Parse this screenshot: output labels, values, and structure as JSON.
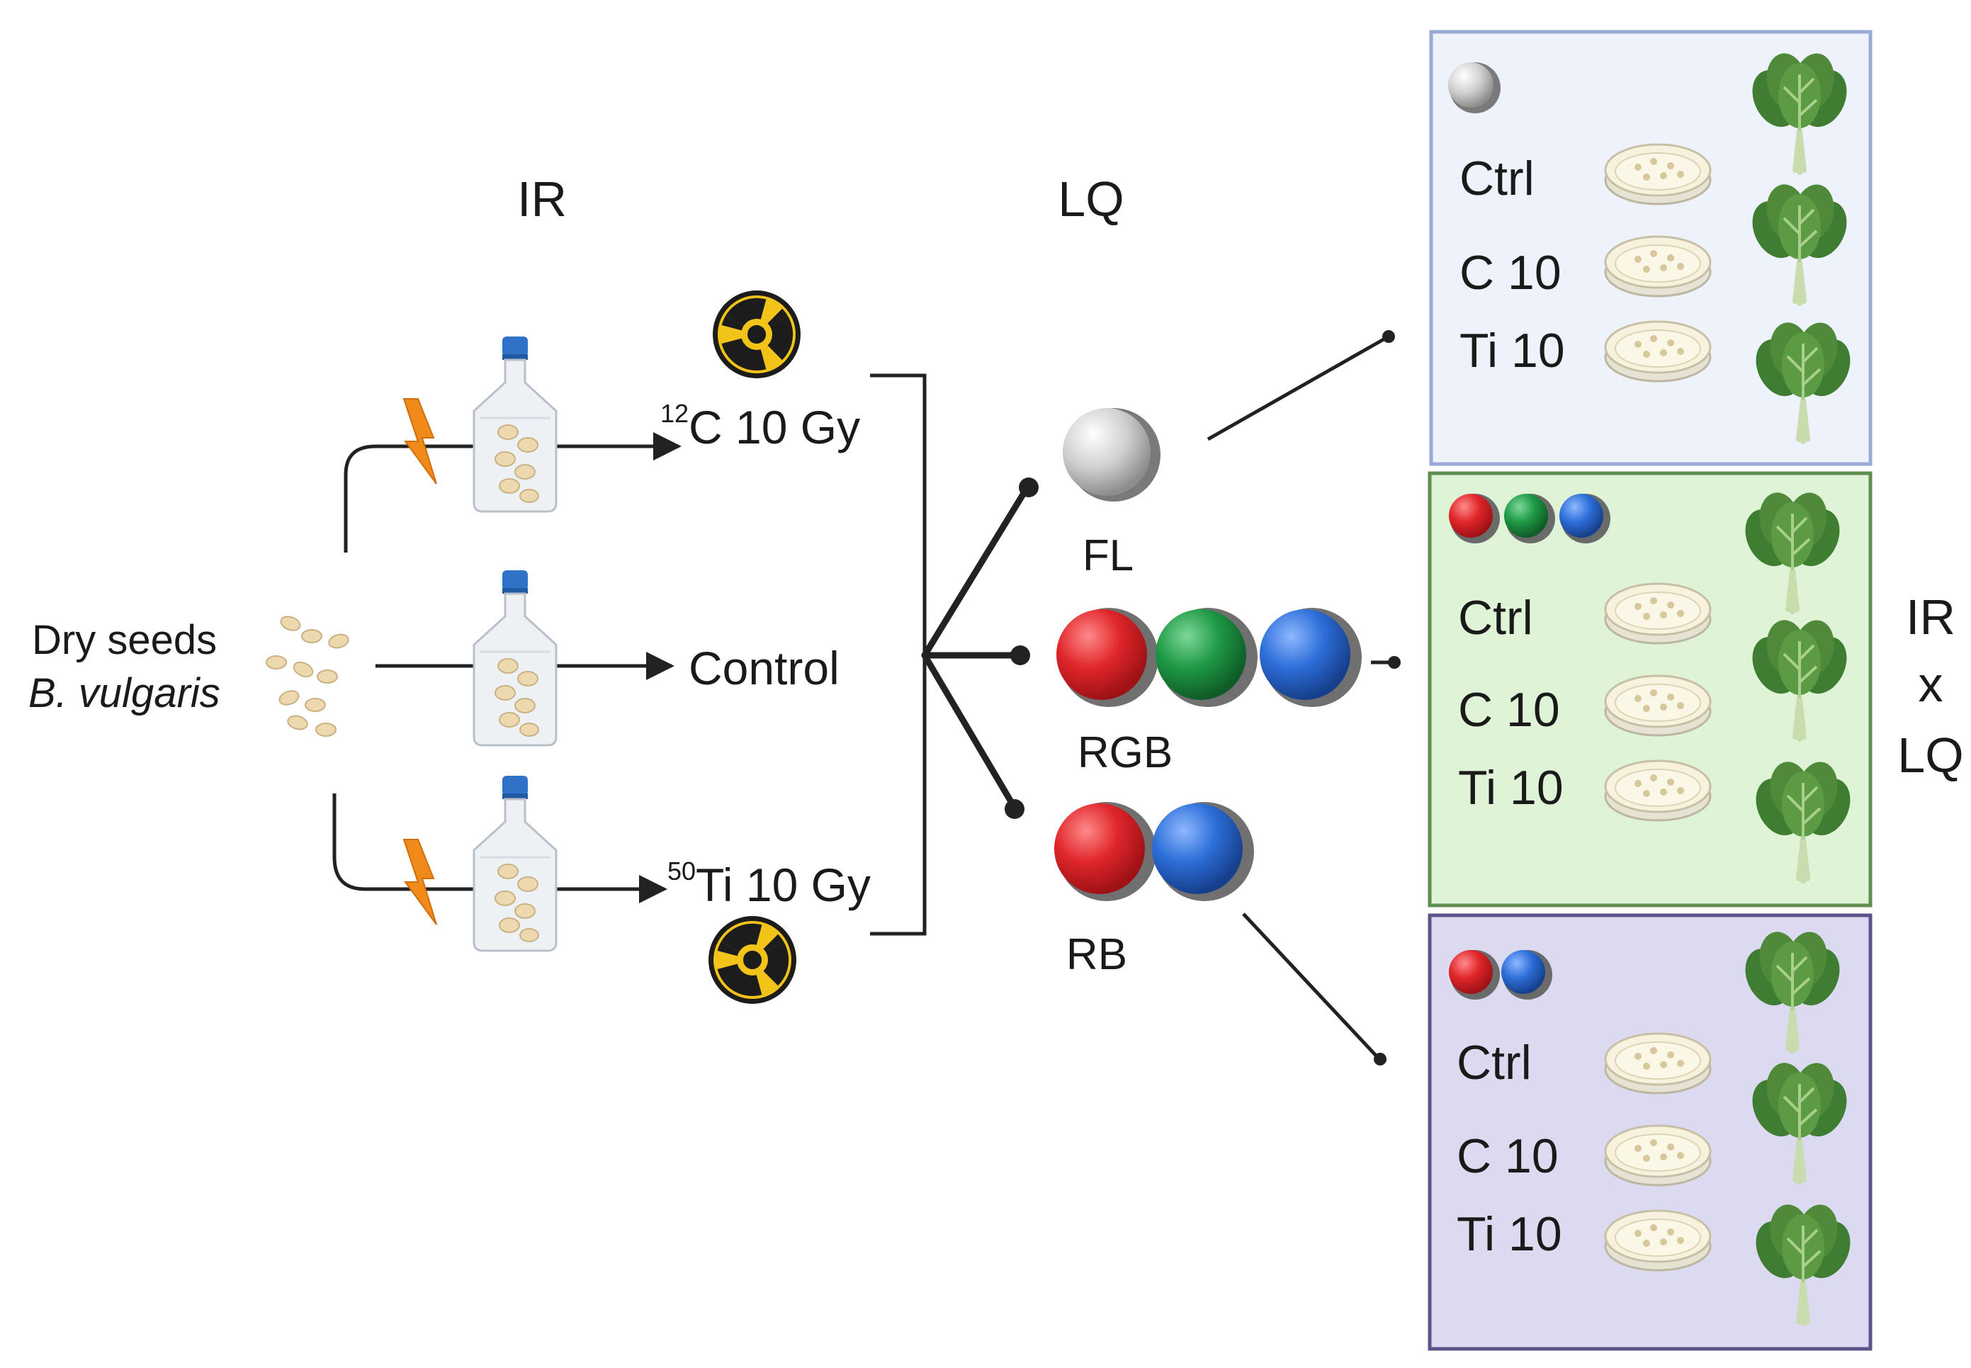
{
  "headers": {
    "ir": "IR",
    "lq": "LQ"
  },
  "seeds": {
    "line1": "Dry seeds",
    "line2": "B. vulgaris"
  },
  "treatments": {
    "carbon": {
      "sup": "12",
      "text": "C 10 Gy"
    },
    "control": {
      "text": "Control"
    },
    "titanium": {
      "sup": "50",
      "text": "Ti 10 Gy"
    }
  },
  "lights": {
    "fl": "FL",
    "rgb": "RGB",
    "rb": "RB"
  },
  "boxes": [
    {
      "rows": [
        "Ctrl",
        "C 10",
        "Ti 10"
      ]
    },
    {
      "rows": [
        "Ctrl",
        "C 10",
        "Ti 10"
      ]
    },
    {
      "rows": [
        "Ctrl",
        "C 10",
        "Ti 10"
      ]
    }
  ],
  "side_label": {
    "line1": "IR",
    "line2": "x",
    "line3": "LQ"
  },
  "colors": {
    "gray": "#c8c8c8",
    "red": "#e0262b",
    "green": "#1f9a45",
    "blue": "#2d6fd9",
    "box_fl_bg": "#eef3fb",
    "box_fl_border": "#9aaad6",
    "box_rgb_bg": "#dff3d6",
    "box_rgb_border": "#5f8f4e",
    "box_rb_bg": "#dcdaf0",
    "box_rb_border": "#5a5488",
    "bolt": "#f08a1a",
    "radiation": "#f2c318",
    "flask_cap": "#2f73c9",
    "seed": "#ecd9b0",
    "leaf": "#4e8a3a"
  }
}
